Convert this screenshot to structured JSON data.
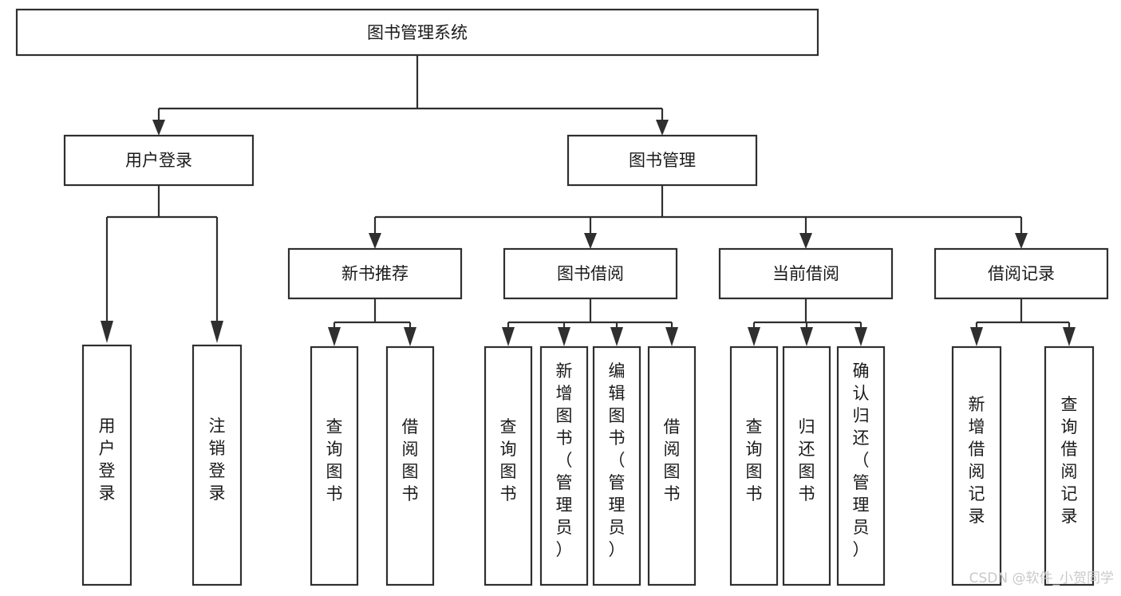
{
  "diagram": {
    "type": "tree-hierarchy",
    "orientation": "top-down",
    "root": {
      "id": "root",
      "label": "图书管理系统"
    },
    "level2": [
      {
        "id": "user-login",
        "label": "用户登录"
      },
      {
        "id": "book-manage",
        "label": "图书管理"
      }
    ],
    "level3": [
      {
        "id": "new-book-rec",
        "label": "新书推荐",
        "parent": "book-manage"
      },
      {
        "id": "book-borrow",
        "label": "图书借阅",
        "parent": "book-manage"
      },
      {
        "id": "current-borrow",
        "label": "当前借阅",
        "parent": "book-manage"
      },
      {
        "id": "borrow-record",
        "label": "借阅记录",
        "parent": "book-manage"
      }
    ],
    "leaves": [
      {
        "id": "leaf-user-login",
        "label": "用户登录",
        "parent": "user-login"
      },
      {
        "id": "leaf-logout",
        "label": "注销登录",
        "parent": "user-login"
      },
      {
        "id": "leaf-query-book-1",
        "label": "查询图书",
        "parent": "new-book-rec"
      },
      {
        "id": "leaf-borrow-book-1",
        "label": "借阅图书",
        "parent": "new-book-rec"
      },
      {
        "id": "leaf-query-book-2",
        "label": "查询图书",
        "parent": "book-borrow"
      },
      {
        "id": "leaf-add-book",
        "label": "新增图书（管理员）",
        "parent": "book-borrow"
      },
      {
        "id": "leaf-edit-book",
        "label": "编辑图书（管理员）",
        "parent": "book-borrow"
      },
      {
        "id": "leaf-borrow-book-2",
        "label": "借阅图书",
        "parent": "book-borrow"
      },
      {
        "id": "leaf-query-book-3",
        "label": "查询图书",
        "parent": "current-borrow"
      },
      {
        "id": "leaf-return-book",
        "label": "归还图书",
        "parent": "current-borrow"
      },
      {
        "id": "leaf-confirm-return",
        "label": "确认归还（管理员）",
        "parent": "current-borrow"
      },
      {
        "id": "leaf-add-record",
        "label": "新增借阅记录",
        "parent": "borrow-record"
      },
      {
        "id": "leaf-query-record",
        "label": "查询借阅记录",
        "parent": "borrow-record"
      }
    ]
  },
  "watermark": {
    "text": "CSDN @软件_小贺同学"
  },
  "colors": {
    "stroke": "#2f2f2f",
    "fill": "#ffffff",
    "text": "#1a1a1a",
    "watermark": "#c9c9c9"
  }
}
